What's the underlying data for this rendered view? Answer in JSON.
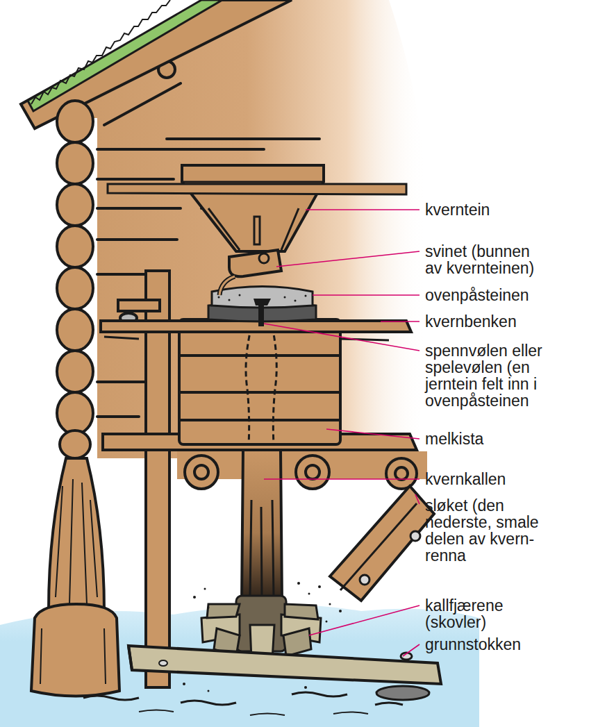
{
  "diagram": {
    "labels": [
      "kverntein",
      "svinet (bunnen av kvernteinen)",
      "ovenpåsteinen",
      "kvernbenken",
      "spennvølen eller spelevølen (en jerntein felt inn i ovenpåsteinen",
      "melkista",
      "kvernkallen",
      "sløket (den nederste, smale delen av kvern- renna",
      "kallfjærene (skovler)",
      "grunnstokken"
    ]
  }
}
